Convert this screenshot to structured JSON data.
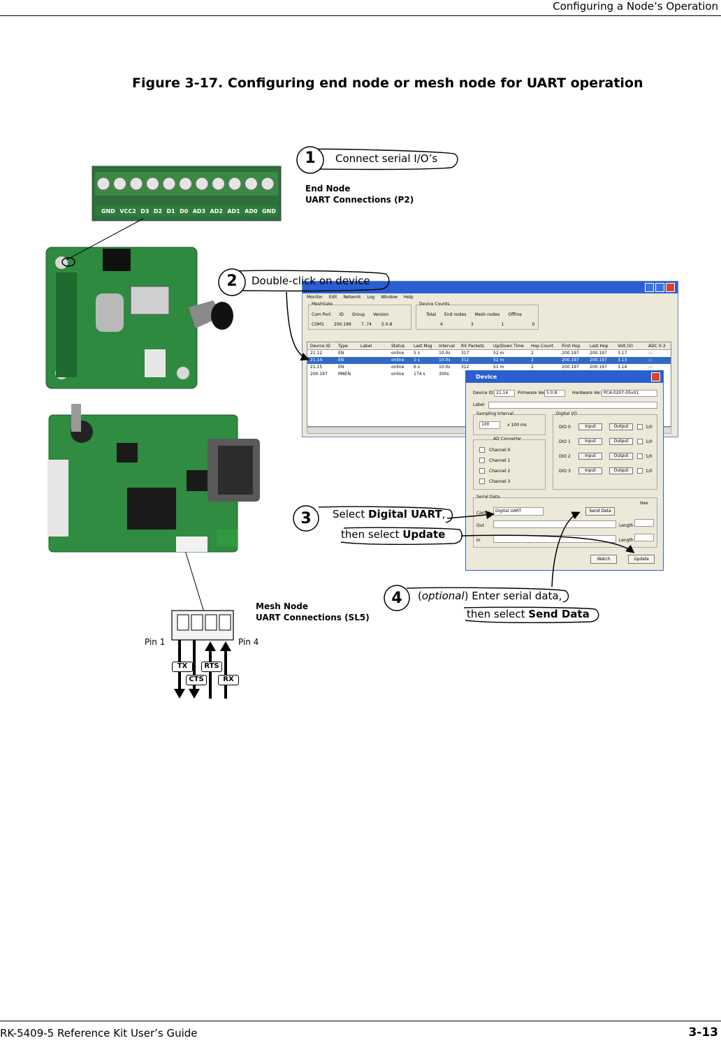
{
  "header": {
    "section_title": "Configuring a Node’s Operation"
  },
  "figure": {
    "title": "Figure 3-17. Configuring end node or mesh node for UART operation"
  },
  "end_node": {
    "label_line1": "End Node",
    "label_line2": "UART Connections (P2)",
    "terminal_labels": [
      "GND",
      "VCC2",
      "D3",
      "D2",
      "D1",
      "D0",
      "AD3",
      "AD2",
      "AD1",
      "AD0",
      "GND"
    ]
  },
  "mesh_node": {
    "label_line1": "Mesh Node",
    "label_line2": "UART Connections (SL5)",
    "pin1_label": "Pin 1",
    "pin4_label": "Pin 4",
    "signals": [
      "TX",
      "CTS",
      "RTS",
      "RX"
    ]
  },
  "callouts": [
    {
      "number": "1",
      "text": "Connect serial I/O’s"
    },
    {
      "number": "2",
      "text": "Double-click on device"
    },
    {
      "number": "3",
      "text_prefix": "Select ",
      "text_bold": "Digital UART",
      "text_suffix": ",",
      "line2_prefix": "then select ",
      "line2_bold": "Update"
    },
    {
      "number": "4",
      "text_italic": "optional",
      "text_rest": ") Enter serial data,",
      "text_open": "(",
      "line2_prefix": "then select ",
      "line2_bold": "Send Data"
    }
  ],
  "meshgate_window": {
    "menu": [
      "Monitor",
      "Edit",
      "Network",
      "Log",
      "Window",
      "Help"
    ],
    "meshgate_group": {
      "title": "MeshGate",
      "headers": [
        "Com Port",
        "ID",
        "Group",
        "Version"
      ],
      "values": [
        "COM1",
        "200.199",
        "7..74",
        "5.0.8"
      ]
    },
    "device_counts": {
      "title": "Device Counts",
      "headers": [
        "Total",
        "End nodes",
        "Mesh nodes",
        "Offline"
      ],
      "values": [
        "4",
        "3",
        "1",
        "0"
      ]
    },
    "table_headers": [
      "Device ID",
      "Type",
      "Label",
      "Status",
      "Last Msg",
      "Interval",
      "RX Packets",
      "Up/Down Time",
      "Hop Count",
      "First Hop",
      "Last Hop",
      "Volt.(V)",
      "ADC 0-3"
    ],
    "rows": [
      [
        "21.12",
        "EN",
        "",
        "online",
        "5 s",
        "10.0s",
        "317",
        "52 m",
        "2",
        "200.197",
        "200.197",
        "3.17",
        ":::"
      ],
      [
        "21.14",
        "EN",
        "",
        "online",
        "1 s",
        "10.0s",
        "312",
        "52 m",
        "2",
        "200.197",
        "200.197",
        "3.13",
        ":::"
      ],
      [
        "21.15",
        "EN",
        "",
        "online",
        "6 s",
        "10.0s",
        "312",
        "51 m",
        "2",
        "200.197",
        "200.197",
        "3.14",
        ":::"
      ],
      [
        "200.197",
        "MNEN",
        "",
        "online",
        "174 s",
        "300s",
        "",
        "",
        "",
        "",
        "",
        "",
        ""
      ]
    ]
  },
  "device_dialog": {
    "title": "Device",
    "device_id_label": "Device ID:",
    "device_id": "21.14",
    "firmware_label": "Firmware Ver.",
    "firmware": "5.0.8",
    "hardware_label": "Hardware Ver.",
    "hardware": "PCA-0207-05v01",
    "label_label": "Label",
    "sampling_title": "Sampling Interval",
    "sampling_value": "100",
    "sampling_unit": "x 100 ms",
    "ad_title": "AD Converter",
    "channels": [
      "Channel 0",
      "Channel 1",
      "Channel 2",
      "Channel 3"
    ],
    "dio_title": "Digital I/O",
    "dio_rows": [
      "DIO 0",
      "DIO 1",
      "DIO 2",
      "DIO 3"
    ],
    "input_label": "Input",
    "output_label": "Output",
    "io_label": "1/0",
    "serial_title": "Serial Data",
    "hex_label": "Hex",
    "mode_value": "Digital UART",
    "config_label": "Config",
    "out_label": "Out",
    "in_label": "In",
    "length_label": "Length",
    "send_button": "Send Data",
    "watch_button": "Watch",
    "update_button": "Update"
  },
  "footer": {
    "guide_title": "RK-5409-5 Reference Kit User’s Guide",
    "page_number": "3-13"
  }
}
